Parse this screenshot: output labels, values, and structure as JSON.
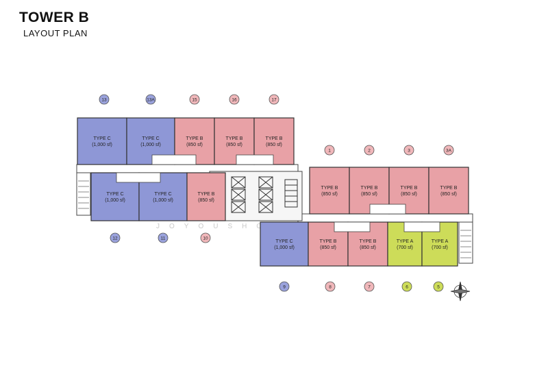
{
  "header": {
    "title": "TOWER B",
    "subtitle": "LAYOUT PLAN"
  },
  "colors": {
    "type_a": "#cddc59",
    "type_b": "#e8a1a6",
    "type_c": "#8e97d6",
    "badge_a": "#cddc59",
    "badge_b": "#f0b7ba",
    "badge_c": "#9aa2dc",
    "outline": "#333333"
  },
  "watermark": "JOYOUSHOMES",
  "units": [
    {
      "id": "u13",
      "type": "c",
      "label": "TYPE C",
      "area": "(1,000 sf)",
      "number": "13"
    },
    {
      "id": "u13a",
      "type": "c",
      "label": "TYPE C",
      "area": "(1,000 sf)",
      "number": "13A"
    },
    {
      "id": "u15",
      "type": "b",
      "label": "TYPE B",
      "area": "(850 sf)",
      "number": "15"
    },
    {
      "id": "u16",
      "type": "b",
      "label": "TYPE B",
      "area": "(850 sf)",
      "number": "16"
    },
    {
      "id": "u17",
      "type": "b",
      "label": "TYPE B",
      "area": "(850 sf)",
      "number": "17"
    },
    {
      "id": "u12",
      "type": "c",
      "label": "TYPE C",
      "area": "(1,000 sf)",
      "number": "12"
    },
    {
      "id": "u11",
      "type": "c",
      "label": "TYPE C",
      "area": "(1,000 sf)",
      "number": "11"
    },
    {
      "id": "u10",
      "type": "b",
      "label": "TYPE B",
      "area": "(850 sf)",
      "number": "10"
    },
    {
      "id": "u1",
      "type": "b",
      "label": "TYPE B",
      "area": "(850 sf)",
      "number": "1"
    },
    {
      "id": "u2",
      "type": "b",
      "label": "TYPE B",
      "area": "(850 sf)",
      "number": "2"
    },
    {
      "id": "u3",
      "type": "b",
      "label": "TYPE B",
      "area": "(850 sf)",
      "number": "3"
    },
    {
      "id": "u3a",
      "type": "b",
      "label": "TYPE B",
      "area": "(850 sf)",
      "number": "3A"
    },
    {
      "id": "u9",
      "type": "c",
      "label": "TYPE C",
      "area": "(1,000 sf)",
      "number": "9"
    },
    {
      "id": "u8",
      "type": "b",
      "label": "TYPE B",
      "area": "(850 sf)",
      "number": "8"
    },
    {
      "id": "u7",
      "type": "b",
      "label": "TYPE B",
      "area": "(850 sf)",
      "number": "7"
    },
    {
      "id": "u6",
      "type": "a",
      "label": "TYPE A",
      "area": "(700 sf)",
      "number": "6"
    },
    {
      "id": "u5",
      "type": "a",
      "label": "TYPE A",
      "area": "(700 sf)",
      "number": "5"
    }
  ]
}
